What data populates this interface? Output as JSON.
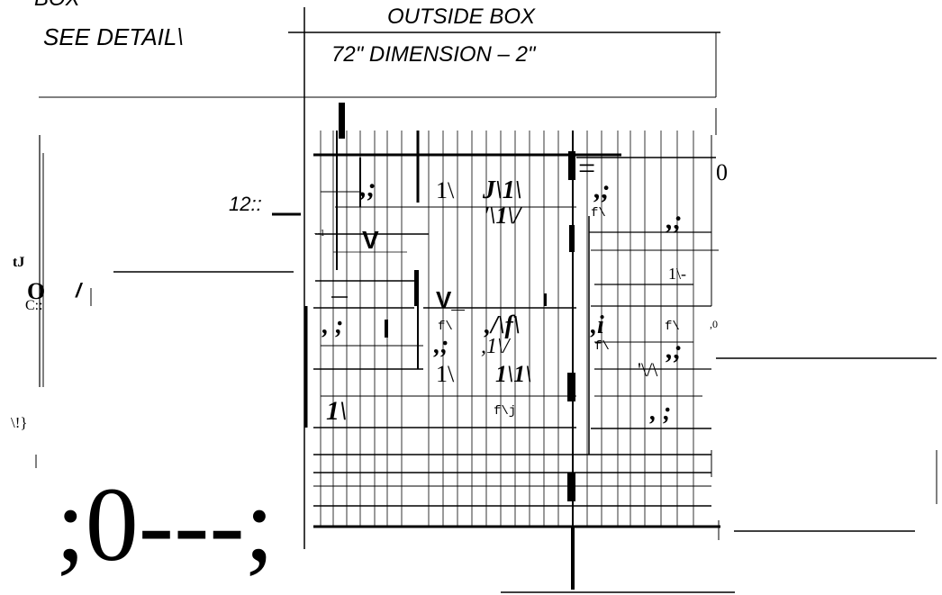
{
  "labels": {
    "box_partial": "BOX",
    "see_detail": "SEE DETAIL\\",
    "outside_box": "OUTSIDE BOX",
    "dimension": "72\" DIMENSION – 2\"",
    "dim_12": "12::",
    "mark_tj": "tJ",
    "mark_o": "O",
    "mark_c": "C::",
    "mark_slash": "/",
    "mark_brace": "\\!}",
    "big_artifact": ";0---;",
    "zero_right": "0",
    "zero_small": ",0",
    "g_comma_1": ",;",
    "g_1n_a": "1\\",
    "g_j1": "J\\1\\",
    "g_comma_2": ",;",
    "g_eq": "=",
    "g_n1v": "'\\1\\/",
    "g_f_a": "f\\",
    "g_comma_3": ",;",
    "g_v_a": "V",
    "g_minus1": "--1",
    "g_1n_b": "1\\-",
    "g_v_b": "V_",
    "g_semi": ", ;",
    "g_f_b": "f\\",
    "g_af": ",/\\f\\",
    "g_i": ",i",
    "g_f_c": "f\\",
    "g_comma_4": ",;",
    "g_1v": ",1\\/",
    "g_f_d": "f\\",
    "g_comma_5": ",;",
    "g_1n_c": "1\\",
    "g_11": "1\\1\\",
    "g_wave": "'\\/\\",
    "g_1n_d": "1\\",
    "g_fj": "f\\j",
    "g_comma_6": ", ;"
  },
  "colors": {
    "ink": "#000000",
    "paper": "#ffffff"
  }
}
